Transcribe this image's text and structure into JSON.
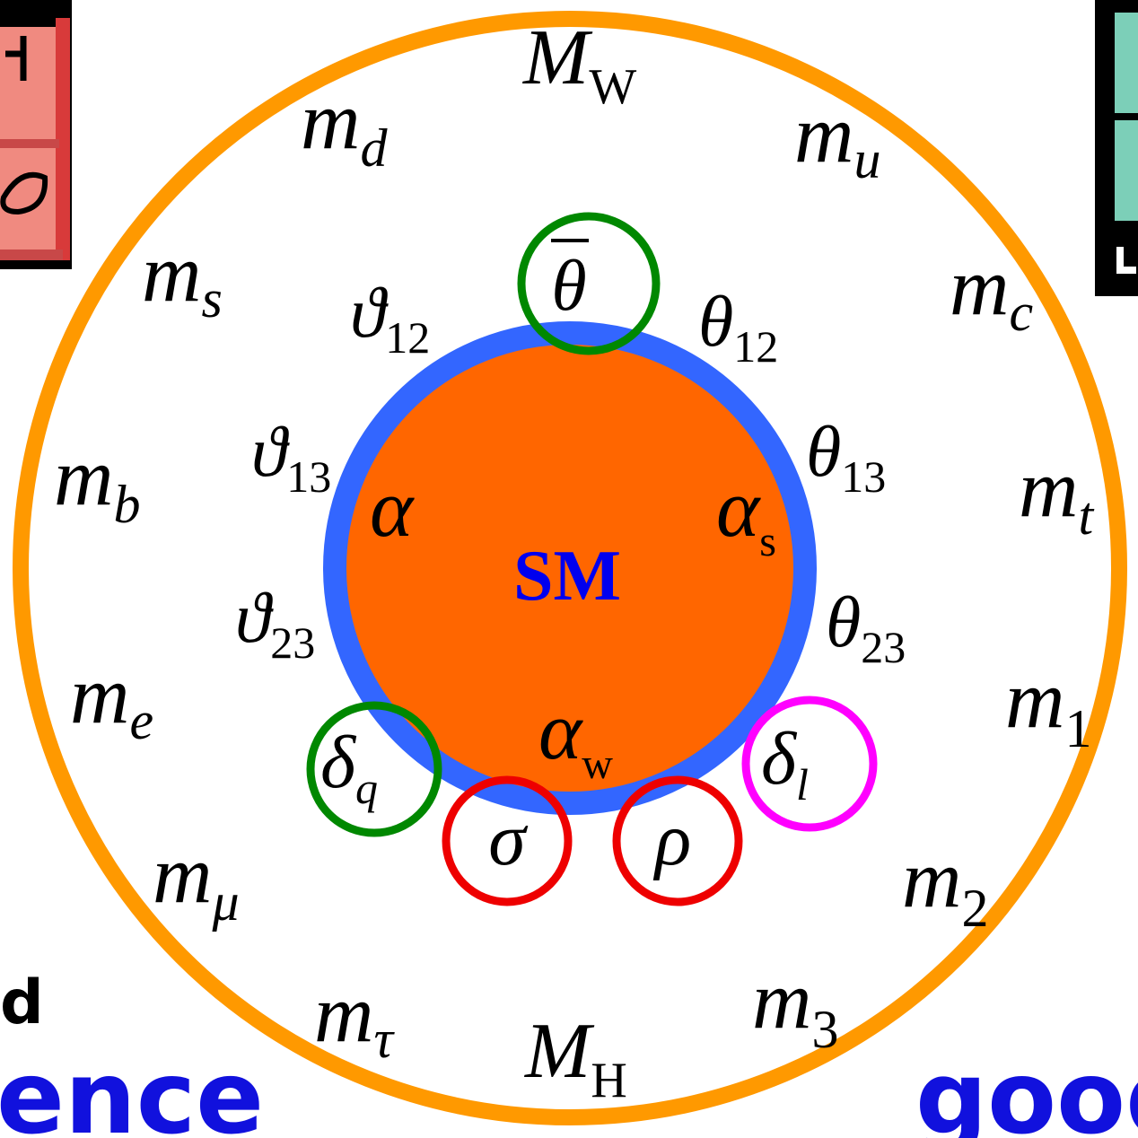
{
  "colors": {
    "outer_ring": "#FF9900",
    "core_fill": "#FF6600",
    "core_ring": "#3366FF",
    "sm_text": "#0000EE",
    "green_circle": "#008800",
    "red_circle": "#EE0000",
    "magenta_circle": "#FF00FF",
    "fragment_blue": "#1111DD",
    "fragment_black": "#000000"
  },
  "center": {
    "label": "SM"
  },
  "outer_params": {
    "MW": {
      "main": "M",
      "sub": "W"
    },
    "mu": {
      "main": "m",
      "sub": "u"
    },
    "mc": {
      "main": "m",
      "sub": "c"
    },
    "mt": {
      "main": "m",
      "sub": "t"
    },
    "m1": {
      "main": "m",
      "sub": "1"
    },
    "m2": {
      "main": "m",
      "sub": "2"
    },
    "m3": {
      "main": "m",
      "sub": "3"
    },
    "MH": {
      "main": "M",
      "sub": "H"
    },
    "mtau": {
      "main": "m",
      "sub": "τ"
    },
    "mmu": {
      "main": "m",
      "sub": "μ"
    },
    "me": {
      "main": "m",
      "sub": "e"
    },
    "mb": {
      "main": "m",
      "sub": "b"
    },
    "ms": {
      "main": "m",
      "sub": "s"
    },
    "md": {
      "main": "m",
      "sub": "d"
    }
  },
  "inner_params": {
    "theta_bar": {
      "main": "θ"
    },
    "vartheta12": {
      "main": "ϑ",
      "sub": "12"
    },
    "vartheta13": {
      "main": "ϑ",
      "sub": "13"
    },
    "vartheta23": {
      "main": "ϑ",
      "sub": "23"
    },
    "theta12": {
      "main": "θ",
      "sub": "12"
    },
    "theta13": {
      "main": "θ",
      "sub": "13"
    },
    "theta23": {
      "main": "θ",
      "sub": "23"
    },
    "alpha": {
      "main": "α"
    },
    "alpha_s": {
      "main": "α",
      "sub": "s"
    },
    "alpha_w": {
      "main": "α",
      "sub": "w"
    },
    "delta_q": {
      "main": "δ",
      "sub": "q"
    },
    "delta_l": {
      "main": "δ",
      "sub": "l"
    },
    "sigma": {
      "main": "σ"
    },
    "rho": {
      "main": "ρ"
    }
  },
  "fragments": {
    "left_word1": "d",
    "left_word2": "ence",
    "right_word": "good"
  },
  "corner_images": {
    "top_left": "red-cube-logo",
    "top_right": "teal-panel-logo"
  }
}
